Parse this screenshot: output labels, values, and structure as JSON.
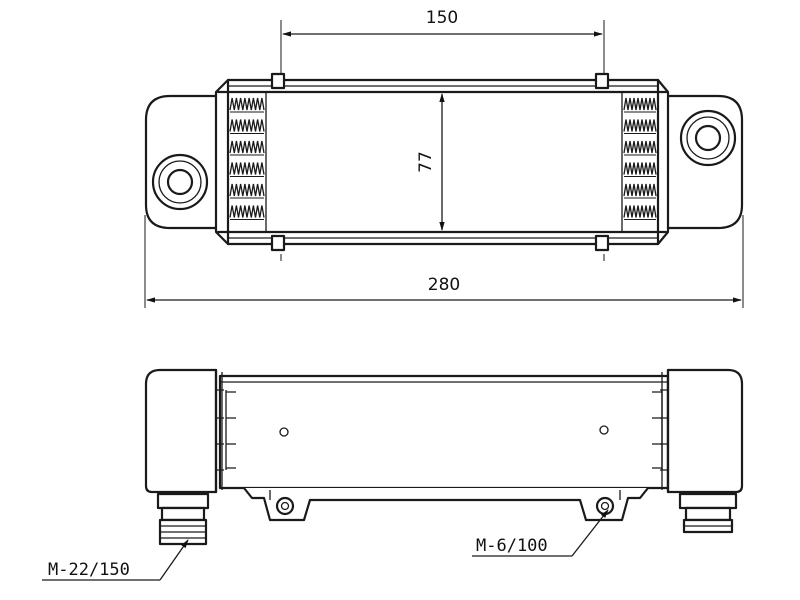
{
  "dimensions": {
    "top_width": "150",
    "height": "77",
    "overall_length": "280"
  },
  "callouts": {
    "thread_label": "M-22/150",
    "bolt_label": "M-6/100"
  }
}
